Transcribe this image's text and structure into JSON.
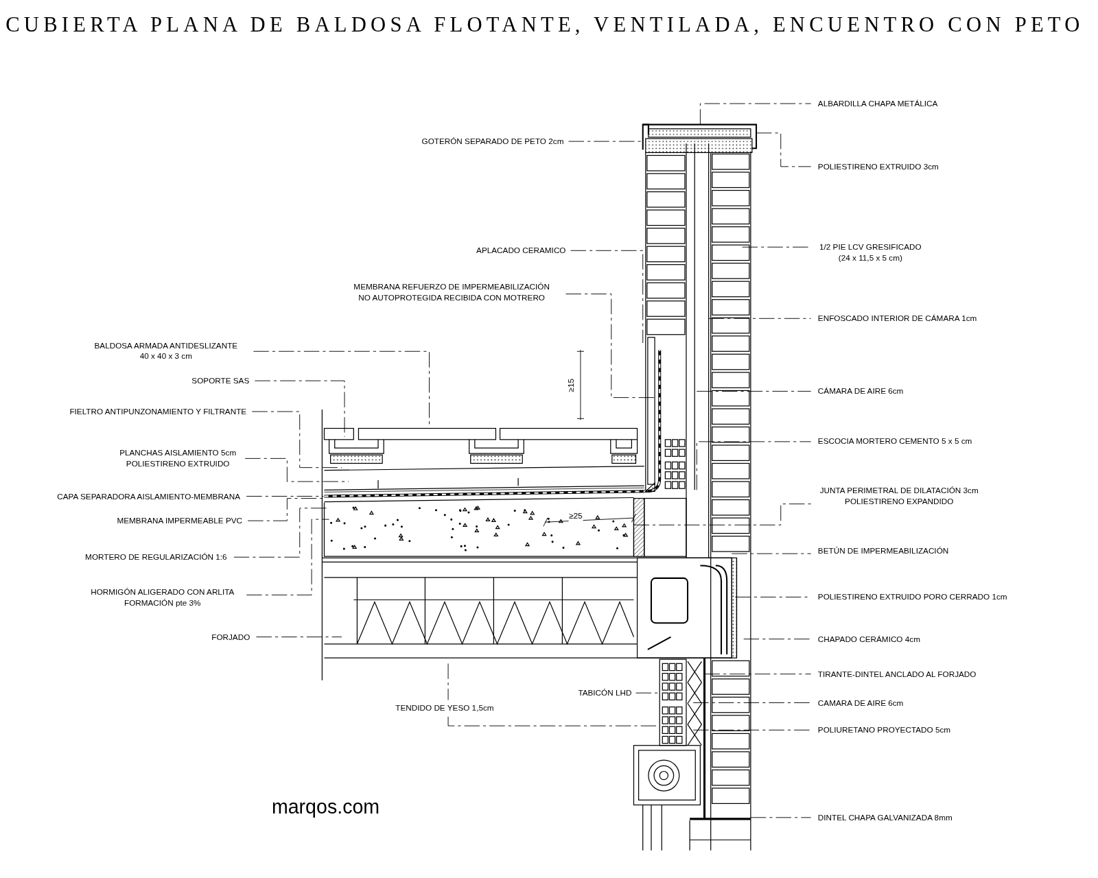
{
  "diagram": {
    "title": "CUBIERTA PLANA DE BALDOSA FLOTANTE, VENTILADA, ENCUENTRO CON PETO",
    "labels": [
      "ALBARDILLA CHAPA METÁLICA",
      "POLIESTIRENO EXTRUIDO 3cm",
      "1/2 PIE LCV GRESIFICADO (24 x 11,5 x 5 cm)",
      "ENFOSCADO INTERIOR DE CÁMARA 1cm",
      "CÁMARA DE AIRE 6cm",
      "ESCOCIA MORTERO CEMENTO 5 x 5 cm",
      "JUNTA PERIMETRAL DE DILATACIÓN 3cm POLIESTIRENO EXPANDIDO",
      "GOTERÓN SEPARADO DE PETO 2cm",
      "APLACADO CERAMICO",
      "MEMBRANA REFUERZO DE IMPERMEABILIZACIÓN NO AUTOPROTEGIDA RECIBIDA CON MOTRERO",
      "BALDOSA ARMADA ANTIDESLIZANTE 40 x 40 x 3 cm",
      "SOPORTE SAS",
      "FIELTRO ANTIPUNZONAMIENTO Y FILTRANTE",
      "PLANCHAS AISLAMIENTO 5cm POLIESTIRENO EXTRUIDO",
      "CAPA SEPARADORA AISLAMIENTO-MEMBRANA",
      "MEMBRANA IMPERMEABLE PVC",
      "MORTERO DE REGULARIZACIÓN 1:6",
      "HORMIGÓN ALIGERADO CON ARLITA FORMACIÓN pte 3%",
      "FORJADO",
      "TENDIDO DE YESO 1,5cm",
      "TABICÓN LHD",
      "BETÚN DE IMPERMEABILIZACIÓN",
      "POLIESTIRENO EXTRUIDO PORO CERRADO 1cm",
      "CHAPADO CERÁMICO 4cm",
      "TIRANTE-DINTEL ANCLADO AL FORJADO",
      "CAMARA DE AIRE 6cm",
      "POLIURETANO PROYECTADO 5cm",
      "DINTEL CHAPA GALVANIZADA 8mm",
      "≥15",
      "≥25",
      "marqos.com"
    ]
  }
}
